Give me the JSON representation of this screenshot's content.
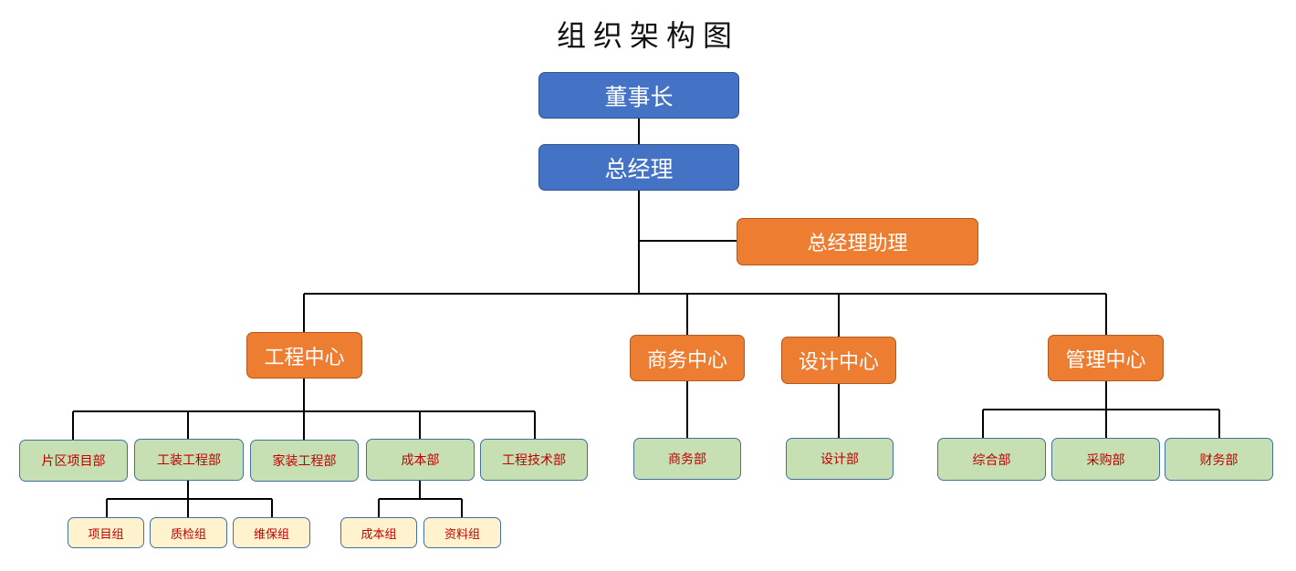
{
  "title": "组织架构图",
  "nodes": {
    "chairman": "董事长",
    "gm": "总经理",
    "gm_assistant": "总经理助理",
    "engineering_center": "工程中心",
    "business_center": "商务中心",
    "design_center": "设计中心",
    "management_center": "管理中心",
    "district_project_dept": "片区项目部",
    "fitout_eng_dept": "工装工程部",
    "home_eng_dept": "家装工程部",
    "cost_dept": "成本部",
    "eng_tech_dept": "工程技术部",
    "business_dept": "商务部",
    "design_dept": "设计部",
    "general_dept": "综合部",
    "purchasing_dept": "采购部",
    "finance_dept": "财务部",
    "project_team": "项目组",
    "qc_team": "质检组",
    "maintenance_team": "维保组",
    "cost_team": "成本组",
    "data_team": "资料组"
  },
  "colors": {
    "top_level": "#4472c4",
    "center_level": "#ed7d31",
    "department": "#c6e0b4",
    "team": "#fff2cc",
    "dept_text": "#c00000"
  }
}
